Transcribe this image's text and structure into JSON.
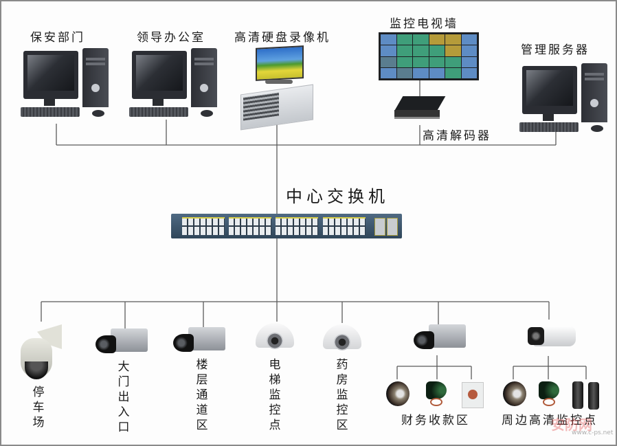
{
  "title": "中心交换机",
  "top_devices": [
    {
      "id": "security-dept",
      "label": "保安部门",
      "type": "computer"
    },
    {
      "id": "leadership-office",
      "label": "领导办公室",
      "type": "computer"
    },
    {
      "id": "hd-nvr",
      "label": "高清硬盘录像机",
      "type": "nvr"
    },
    {
      "id": "video-wall",
      "label": "监控电视墙",
      "type": "video-wall"
    },
    {
      "id": "hd-decoder",
      "label": "高清解码器",
      "type": "decoder"
    },
    {
      "id": "mgmt-server",
      "label": "管理服务器",
      "type": "computer"
    }
  ],
  "bottom_devices": [
    {
      "id": "parking",
      "label": "停\n车\n场",
      "type": "ptz-camera"
    },
    {
      "id": "main-gate",
      "label": "大\n门\n出\n入\n口",
      "type": "box-camera"
    },
    {
      "id": "floor-corridor",
      "label": "楼\n层\n通\n道\n区",
      "type": "box-camera"
    },
    {
      "id": "elevator",
      "label": "电\n梯\n监\n控\n点",
      "type": "dome-camera"
    },
    {
      "id": "pharmacy",
      "label": "药\n房\n监\n控\n区",
      "type": "dome-camera"
    },
    {
      "id": "finance",
      "label": "财务收款区",
      "type": "box-camera",
      "accessories": [
        "speaker",
        "alarm-horn",
        "panic-button"
      ]
    },
    {
      "id": "perimeter",
      "label": "周边高清监控点",
      "type": "bullet-camera",
      "accessories": [
        "speaker",
        "alarm-horn",
        "infrared-beam-detector"
      ]
    }
  ],
  "watermark": {
    "brand": "安防网",
    "url": "www.c-ps.net"
  },
  "colors": {
    "line": "#555555",
    "frame": "#8a8a8a",
    "text": "#1a1a1a"
  }
}
